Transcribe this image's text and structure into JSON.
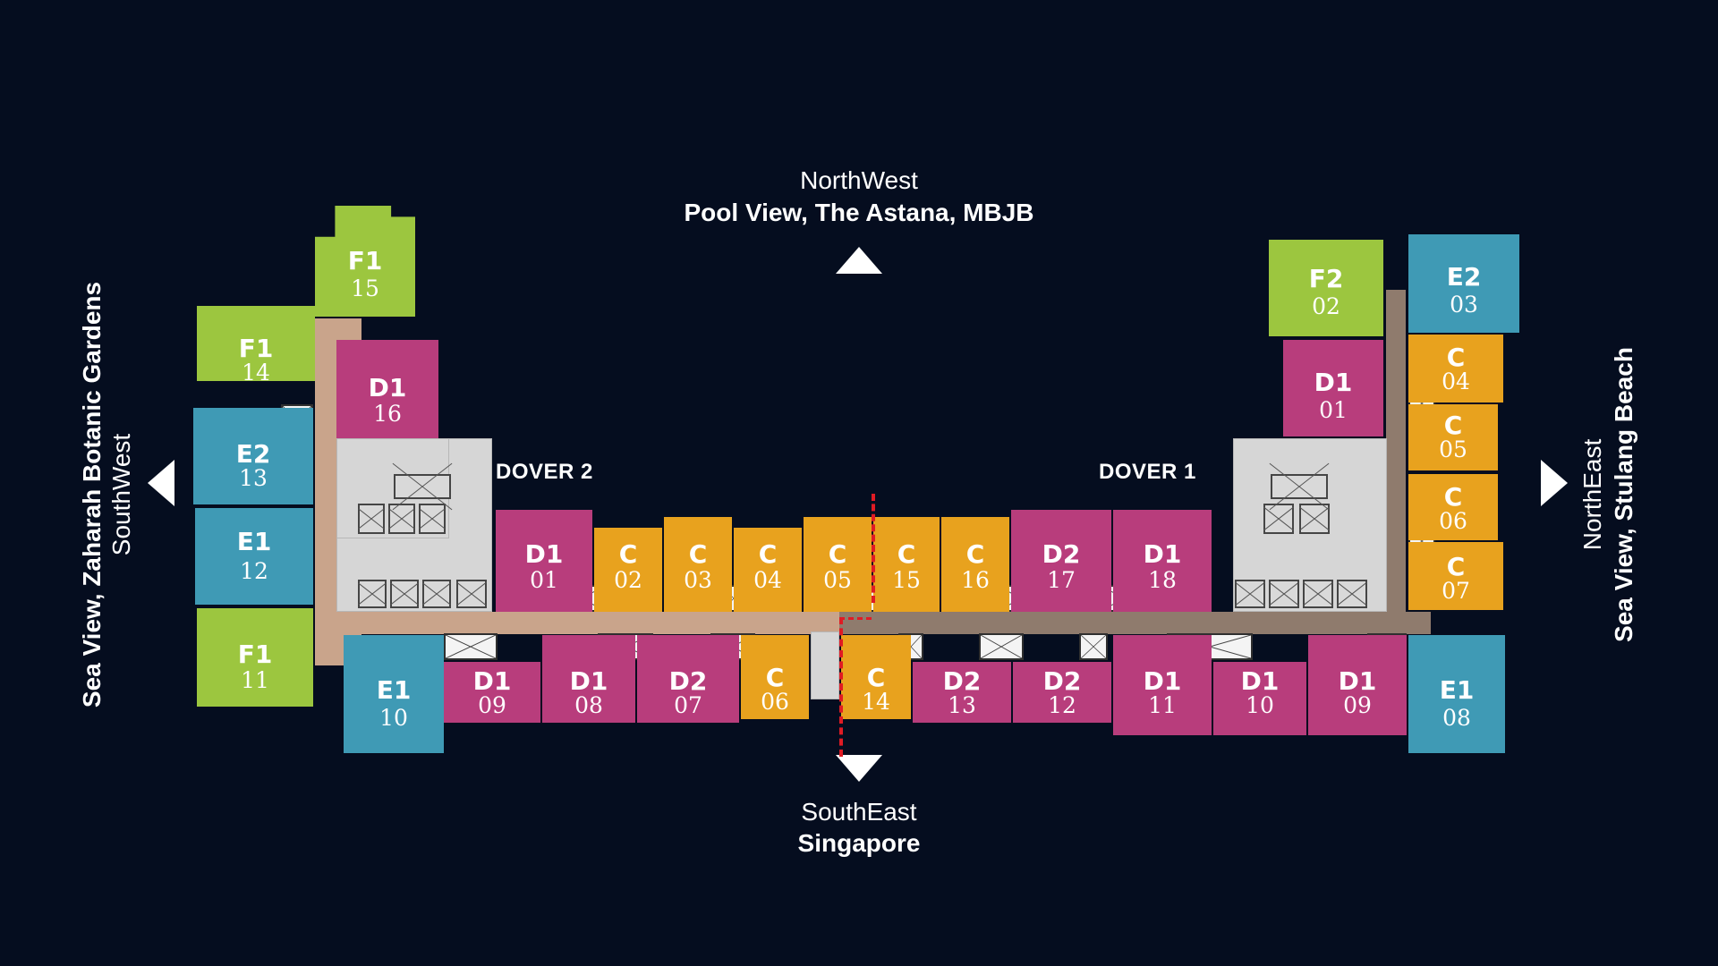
{
  "colors": {
    "background": "#050d1f",
    "F": "#9cc63f",
    "E": "#3f9ab5",
    "D": "#b83d7c",
    "C": "#e8a21e",
    "corridor_left": "#c9a48b",
    "corridor_right": "#8f7b6d",
    "core": "#d6d6d6"
  },
  "directions": {
    "north": {
      "light": "NorthWest",
      "bold": "Pool View, The Astana, MBJB"
    },
    "south": {
      "light": "SouthEast",
      "bold": "Singapore"
    },
    "west": {
      "light": "SouthWest",
      "bold": "Sea View, Zaharah Botanic Gardens"
    },
    "east": {
      "light": "NorthEast",
      "bold": "Sea View, Stulang Beach"
    }
  },
  "blocks": {
    "dover2": "DOVER 2",
    "dover1": "DOVER 1"
  },
  "units": {
    "f1_15": {
      "code": "F1",
      "num": "15"
    },
    "f1_14": {
      "code": "F1",
      "num": "14"
    },
    "e2_13": {
      "code": "E2",
      "num": "13"
    },
    "e1_12": {
      "code": "E1",
      "num": "12"
    },
    "f1_11": {
      "code": "F1",
      "num": "11"
    },
    "e1_10": {
      "code": "E1",
      "num": "10"
    },
    "d1_16": {
      "code": "D1",
      "num": "16"
    },
    "d1_01w": {
      "code": "D1",
      "num": "01"
    },
    "c_02": {
      "code": "C",
      "num": "02"
    },
    "c_03": {
      "code": "C",
      "num": "03"
    },
    "c_04w": {
      "code": "C",
      "num": "04"
    },
    "c_05w": {
      "code": "C",
      "num": "05"
    },
    "c_15": {
      "code": "C",
      "num": "15"
    },
    "c_16": {
      "code": "C",
      "num": "16"
    },
    "d2_17": {
      "code": "D2",
      "num": "17"
    },
    "d1_18": {
      "code": "D1",
      "num": "18"
    },
    "d1_09w": {
      "code": "D1",
      "num": "09"
    },
    "d1_08": {
      "code": "D1",
      "num": "08"
    },
    "d2_07": {
      "code": "D2",
      "num": "07"
    },
    "c_06w": {
      "code": "C",
      "num": "06"
    },
    "c_14": {
      "code": "C",
      "num": "14"
    },
    "d2_13": {
      "code": "D2",
      "num": "13"
    },
    "d2_12": {
      "code": "D2",
      "num": "12"
    },
    "d1_11": {
      "code": "D1",
      "num": "11"
    },
    "d1_10": {
      "code": "D1",
      "num": "10"
    },
    "d1_09e": {
      "code": "D1",
      "num": "09"
    },
    "e1_08": {
      "code": "E1",
      "num": "08"
    },
    "f2_02": {
      "code": "F2",
      "num": "02"
    },
    "e2_03": {
      "code": "E2",
      "num": "03"
    },
    "d1_01e": {
      "code": "D1",
      "num": "01"
    },
    "c_04e": {
      "code": "C",
      "num": "04"
    },
    "c_05e": {
      "code": "C",
      "num": "05"
    },
    "c_06e": {
      "code": "C",
      "num": "06"
    },
    "c_07": {
      "code": "C",
      "num": "07"
    }
  }
}
